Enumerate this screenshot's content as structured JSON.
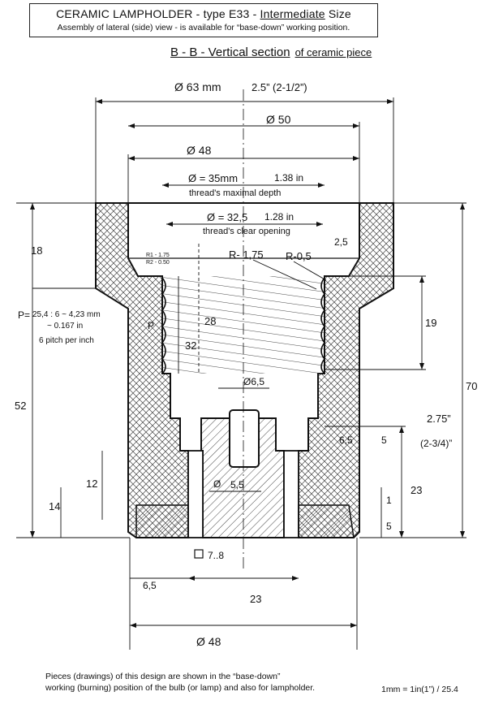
{
  "header": {
    "title_prefix": "CERAMIC  LAMPHOLDER - type E33 - ",
    "title_underlined": "Intermediate",
    "title_suffix": " Size",
    "subtitle": "Assembly of  lateral (side) view - is  available  for  “base-down” working  position."
  },
  "section": {
    "label": "B - B",
    "title": " - Vertical section",
    "suffix": "of  ceramic  piece"
  },
  "dimensions": {
    "d63": "Ø 63 mm",
    "d63_in": "2.5” (2-1/2”)",
    "d50": "Ø 50",
    "d48_top": "Ø  48",
    "d35": "Ø = 35mm",
    "d35_in": "1.38 in",
    "thread_depth": "thread's  maximal  depth",
    "d32_5": "Ø = 32,5",
    "d32_5_in": "1.28  in",
    "thread_opening": "thread's  clear  opening",
    "h18": "18",
    "r175_small": "R1 - 1.75",
    "r2_small": "R2 - 0.50",
    "r175": "R- 1,75",
    "r05": "R-0,5",
    "t25": "2,5",
    "pitch_p": "P=",
    "pitch_mm": "25,4 : 6 ~ 4,23 mm",
    "pitch_in": "~  0.167 in",
    "pitch_tpi": "6 pitch per inch",
    "pitch_label": "P",
    "h28": "28",
    "h32": "32",
    "h19": "19",
    "h70": "70",
    "d6_5": "Ø6,5",
    "h52": "52",
    "in275": "2.75”",
    "in2_3_4": "(2-3/4)”",
    "h6_5": "6,5",
    "h5a": "5",
    "h12": "12",
    "d5_5_sym": "Ø",
    "d5_5": "5,5",
    "h23r": "23",
    "h14": "14",
    "h1": "1",
    "h5b": "5",
    "sq78": "7..8",
    "w6_5": "6,5",
    "w23": "23",
    "d48_bot": "Ø  48"
  },
  "footer": {
    "line1": "Pieces (drawings) of this  design are shown  in the “base-down”",
    "line2": "working  (burning)  position of the bulb (or lamp) and also for lampholder.",
    "scale": "1mm = 1in(1”) / 25.4"
  }
}
